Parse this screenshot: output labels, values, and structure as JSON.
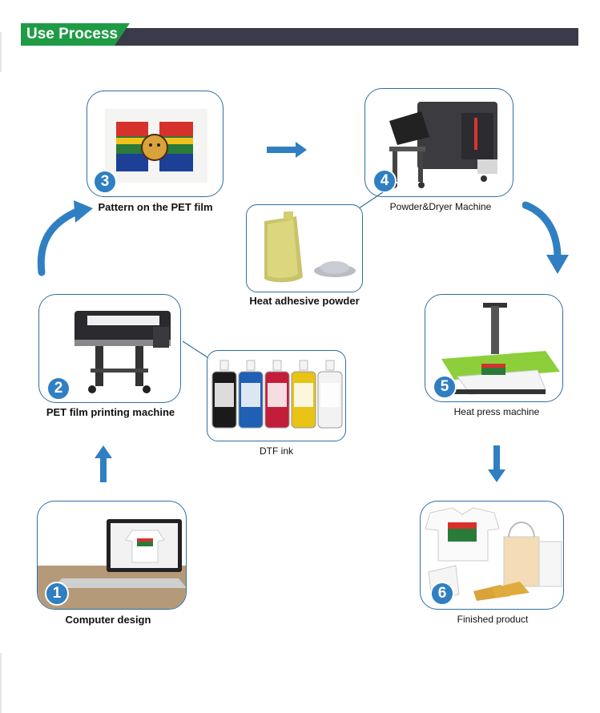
{
  "header": {
    "title": "Use Process"
  },
  "steps": [
    {
      "number": "1",
      "label": "Computer design"
    },
    {
      "number": "2",
      "label": "PET film printing machine"
    },
    {
      "number": "3",
      "label": "Pattern on the PET film"
    },
    {
      "number": "4",
      "label": "Powder&Dryer Machine"
    },
    {
      "number": "5",
      "label": "Heat press machine"
    },
    {
      "number": "6",
      "label": "Finished product"
    }
  ],
  "supplies": [
    {
      "label": "Heat adhesive powder"
    },
    {
      "label": "DTF ink"
    }
  ],
  "ink_colors": [
    "#1a1a1a",
    "#1f5fb4",
    "#c21e3a",
    "#e8c214",
    "#f2f2f2"
  ],
  "colors": {
    "accent_green": "#1f9b46",
    "header_dark": "#3a3a4a",
    "arrow_blue": "#2f7fc2",
    "card_border": "#2e6fa3"
  }
}
